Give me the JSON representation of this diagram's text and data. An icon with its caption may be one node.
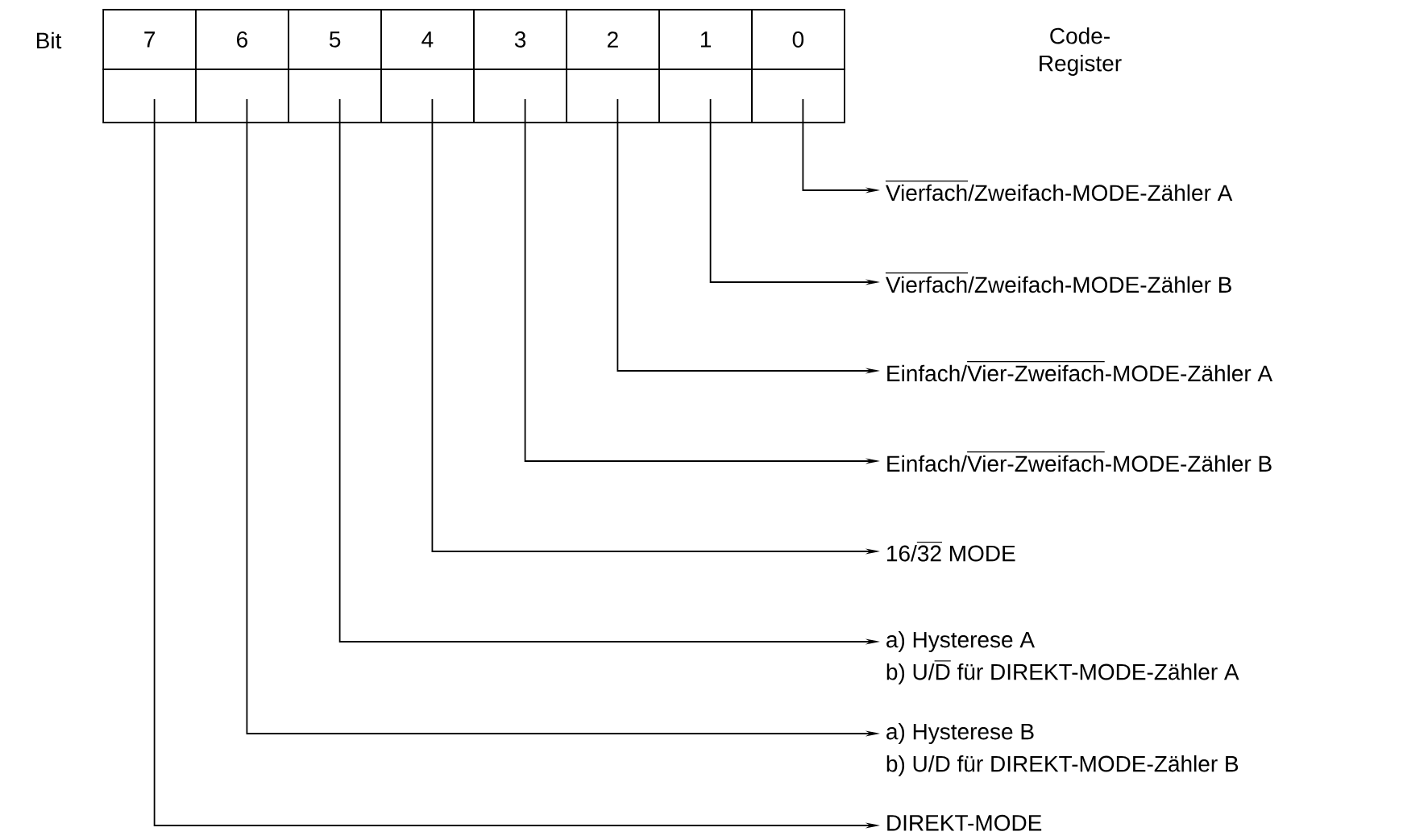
{
  "diagram": {
    "nodes": [
      {
        "text": [
          "7"
        ]
      },
      {
        "text": [
          "6"
        ]
      },
      {
        "text": [
          "5"
        ]
      },
      {
        "text": [
          "4"
        ]
      },
      {
        "text": [
          "3"
        ]
      },
      {
        "text": [
          "2"
        ]
      },
      {
        "text": [
          "1"
        ]
      },
      {
        "text": [
          "0"
        ]
      },
      {
        "text": [],
        "shape": "box"
      },
      {
        "text": [],
        "shape": "box"
      },
      {
        "text": [],
        "shape": "box"
      },
      {
        "text": [],
        "shape": "box"
      },
      {
        "text": [],
        "shape": "box"
      },
      {
        "text": [],
        "shape": "box"
      },
      {
        "text": [],
        "shape": "box"
      },
      {
        "text": [],
        "shape": "box"
      },
      {
        "text": [
          "\\overline{\\text{Vierfach}}\\text{/Zweifach-MODE-Zähler A}"
        ]
      },
      {
        "text": [
          "\\overline{\\text{Vierfach}}\\text{/Zweifach-MODE-Zähler B}"
        ]
      },
      {
        "text": [
          "\\text{Einfach/}\\overline{\\text{Vier-Zweifach}}\\text{-MODE-Zähler A}"
        ]
      },
      {
        "text": [
          "\\text{Einfach/}\\overline{\\text{Vier-Zweifach}}\\text{-MODE-Zähler B}"
        ]
      },
      {
        "text": [
          "\\text{16/}\\overline{\\text{32}}\\text{ MODE}"
        ]
      },
      {
        "text": [
          "a) Hysterese A",
          "\\text{b) U/}\\overline{\\text{D}}\\text{ für DIREKT-MODE-Zähler A}"
        ]
      },
      {
        "text": [
          "a) Hysterese B",
          "b) U/D für DIREKT-MODE-Zähler B"
        ]
      },
      {
        "text": [
          "DIREKT-MODE"
        ]
      }
    ],
    "edges": [
      {
        "from": 15,
        "to": 16,
        "arrow": "to"
      },
      {
        "from": 14,
        "to": 17,
        "arrow": "to"
      },
      {
        "from": 13,
        "to": 18,
        "arrow": "to"
      },
      {
        "from": 12,
        "to": 19,
        "arrow": "to"
      },
      {
        "from": 11,
        "to": 20,
        "arrow": "to"
      },
      {
        "from": 10,
        "to": 21,
        "arrow": "to"
      },
      {
        "from": 9,
        "to": 22,
        "arrow": "to"
      },
      {
        "from": 8,
        "to": 23,
        "arrow": "to"
      }
    ],
    "labels": [
      "Bit",
      "Code-Register"
    ]
  }
}
